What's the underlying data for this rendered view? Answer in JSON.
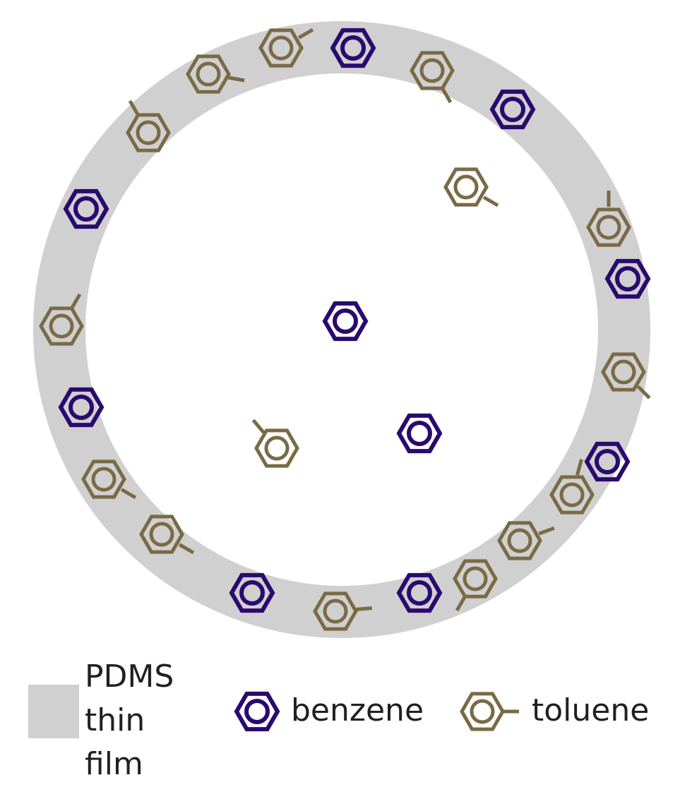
{
  "colors": {
    "film": "#d0d0d0",
    "background": "#ffffff",
    "benzene": "#2a0a6e",
    "toluene": "#7a6a45",
    "text": "#231f20"
  },
  "legend": {
    "pdms_line1": "PDMS",
    "pdms_line2": "thin",
    "pdms_line3": "film",
    "benzene": "benzene",
    "toluene": "toluene"
  },
  "icons": {
    "benzene": "benzene-ring-icon",
    "toluene": "toluene-ring-icon"
  }
}
